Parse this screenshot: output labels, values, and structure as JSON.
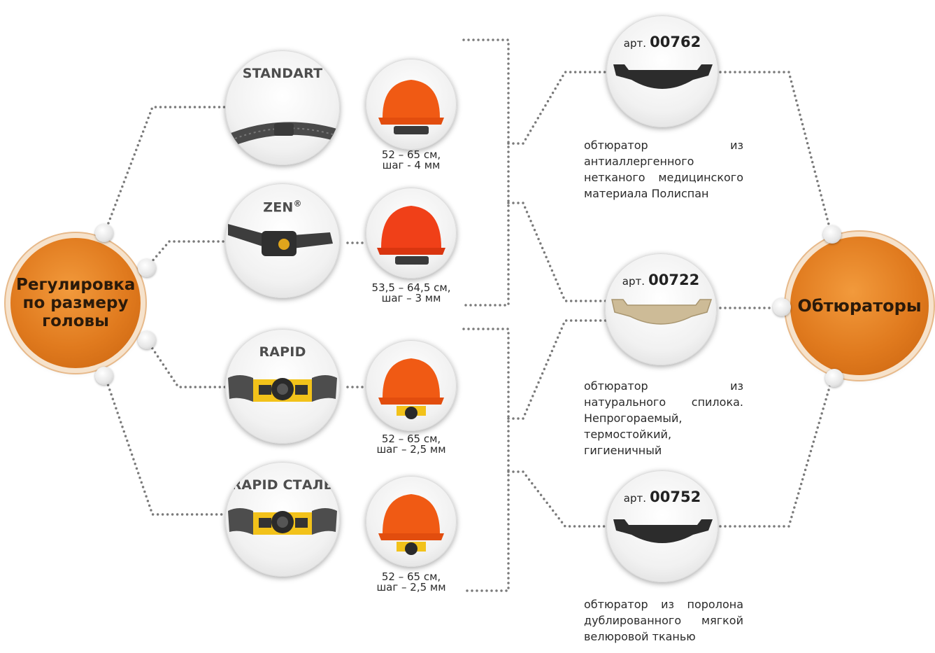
{
  "left_hub": {
    "title": "Регулировка по размеру головы"
  },
  "right_hub": {
    "title": "Обтюраторы"
  },
  "bands": [
    {
      "name": "STANDART",
      "caption_line1": "52 – 65 см,",
      "caption_line2": "шаг - 4 мм"
    },
    {
      "name": "ZEN",
      "mark": "®",
      "caption_line1": "53,5 – 64,5 см,",
      "caption_line2": "шаг – 3 мм"
    },
    {
      "name": "RAPID",
      "caption_line1": "52 – 65 см,",
      "caption_line2": "шаг – 2,5 мм"
    },
    {
      "name": "RAPID СТАЛЬ",
      "caption_line1": "52 – 65 см,",
      "caption_line2": "шаг – 2,5 мм"
    }
  ],
  "obturators": [
    {
      "prefix": "арт.",
      "article": "00762",
      "description": "обтюратор из антиаллергенного нетканого медицинского материала Полиспан"
    },
    {
      "prefix": "арт.",
      "article": "00722",
      "description": "обтюратор из натурального спилока. Непрогораемый, термостойкий, гигиеничный"
    },
    {
      "prefix": "арт.",
      "article": "00752",
      "description": "обтюратор из поролона дублированного мягкой велюровой тканью"
    }
  ],
  "colors": {
    "hub_orange": "#e07a1e",
    "helmet_orange": "#f05a14",
    "dots": "#7a7a7a"
  }
}
